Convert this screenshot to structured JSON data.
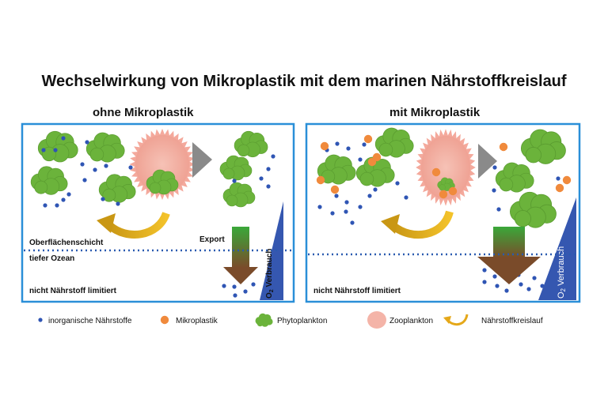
{
  "title": "Wechselwirkung von Mikroplastik mit dem marinen Nährstoffkreislauf",
  "panels": {
    "left": {
      "title": "ohne Mikroplastik",
      "surface_label": "Oberflächenschicht",
      "deep_label": "tiefer Ozean",
      "export_label": "Export",
      "o2_label": "O",
      "o2_sub": "2",
      "o2_suffix": " Verbrauch",
      "bottom_label": "nicht Nährstoff limitiert"
    },
    "right": {
      "title": "mit Mikroplastik",
      "o2_label": "O",
      "o2_sub": "2",
      "o2_suffix": " Verbrauch",
      "bottom_label": "nicht Nährstoff limitiert"
    }
  },
  "legend": {
    "nutrients": "inorganische Nährstoffe",
    "microplastic": "Mikroplastik",
    "phytoplankton": "Phytoplankton",
    "zooplankton": "Zooplankton",
    "cycle": "Nährstoffkreislauf"
  },
  "colors": {
    "frame": "#2a8fd8",
    "nutrient": "#2f55b4",
    "microplastic": "#f08a3c",
    "phyto": "#6bb33b",
    "zoo": "#f4b4a8",
    "arrow_cycle": "#e5a81a",
    "export_top": "#3aa83a",
    "export_bottom": "#7a4b2a",
    "o2_triangle": "#3557b0",
    "grey_triangle": "#8a8a8a"
  }
}
